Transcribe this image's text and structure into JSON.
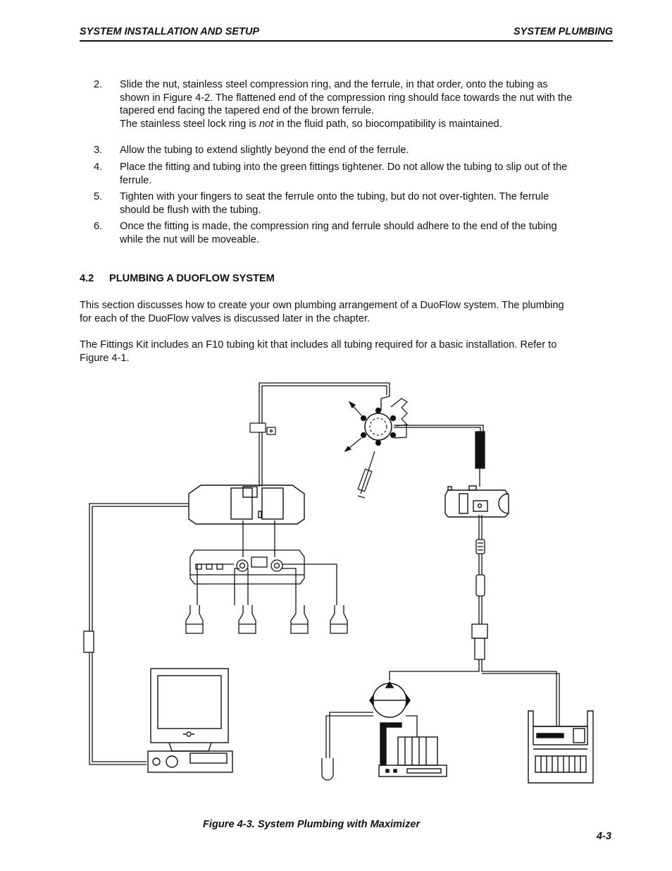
{
  "header": {
    "left": "SYSTEM INSTALLATION AND SETUP",
    "right": "SYSTEM PLUMBING"
  },
  "steps": [
    {
      "num": "2.",
      "lines": [
        "Slide the nut, stainless steel compression ring, and the ferrule, in that order, onto the tubing as",
        "shown in Figure 4-2. The flattened end of the compression ring should face towards the nut with the",
        "tapered end facing the tapered end of the brown ferrule."
      ],
      "extra_pre": "The stainless steel lock ring is ",
      "extra_em": "not",
      "extra_post": " in the fluid path, so biocompatibility is maintained."
    },
    {
      "num": "3.",
      "lines": [
        "Allow the tubing to extend slightly beyond the end of the ferrule."
      ]
    },
    {
      "num": "4.",
      "lines": [
        "Place the fitting and tubing into the green fittings tightener. Do not allow the tubing to slip out of the",
        "ferrule."
      ]
    },
    {
      "num": "5.",
      "lines": [
        "Tighten with your fingers to seat the ferrule onto the tubing, but do not over-tighten. The ferrule",
        "should be flush with the tubing."
      ]
    },
    {
      "num": "6.",
      "lines": [
        "Once the fitting is made, the compression ring and ferrule should adhere to the end of the tubing",
        "while the nut will be moveable."
      ]
    }
  ],
  "section": {
    "number": "4.2",
    "title": "PLUMBING A DUOFLOW SYSTEM"
  },
  "paragraphs": [
    [
      "This section discusses how to create your own plumbing arrangement of a DuoFlow system. The plumbing",
      "for each of the DuoFlow valves is discussed later in the chapter."
    ],
    [
      "The Fittings Kit includes an F10 tubing kit that includes all tubing required for a basic installation. Refer to",
      "Figure 4-1."
    ]
  ],
  "figure": {
    "caption": "Figure 4-3.  System Plumbing with Maximizer"
  },
  "page_number": "4-3"
}
